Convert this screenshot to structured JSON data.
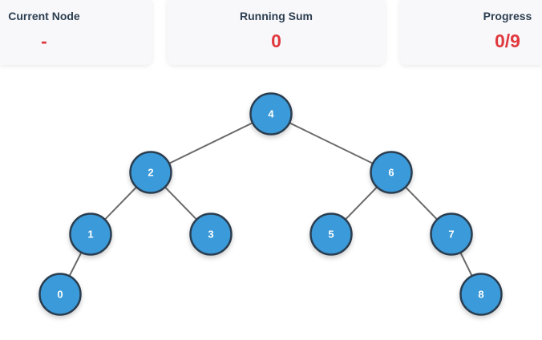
{
  "stats": {
    "current_node": {
      "label": "Current Node",
      "value": "-"
    },
    "running_sum": {
      "label": "Running Sum",
      "value": "0"
    },
    "progress": {
      "label": "Progress",
      "value": "0/9"
    }
  },
  "colors": {
    "node_fill": "#3a9ad9",
    "node_stroke": "#2c3e50",
    "edge": "#6b6b6b",
    "value_text": "#e0393e"
  },
  "tree": {
    "nodes": [
      "4",
      "2",
      "6",
      "1",
      "3",
      "5",
      "7",
      "0",
      "8"
    ],
    "edges": [
      [
        "4",
        "2"
      ],
      [
        "4",
        "6"
      ],
      [
        "2",
        "1"
      ],
      [
        "2",
        "3"
      ],
      [
        "6",
        "5"
      ],
      [
        "6",
        "7"
      ],
      [
        "1",
        "0"
      ],
      [
        "7",
        "8"
      ]
    ]
  }
}
